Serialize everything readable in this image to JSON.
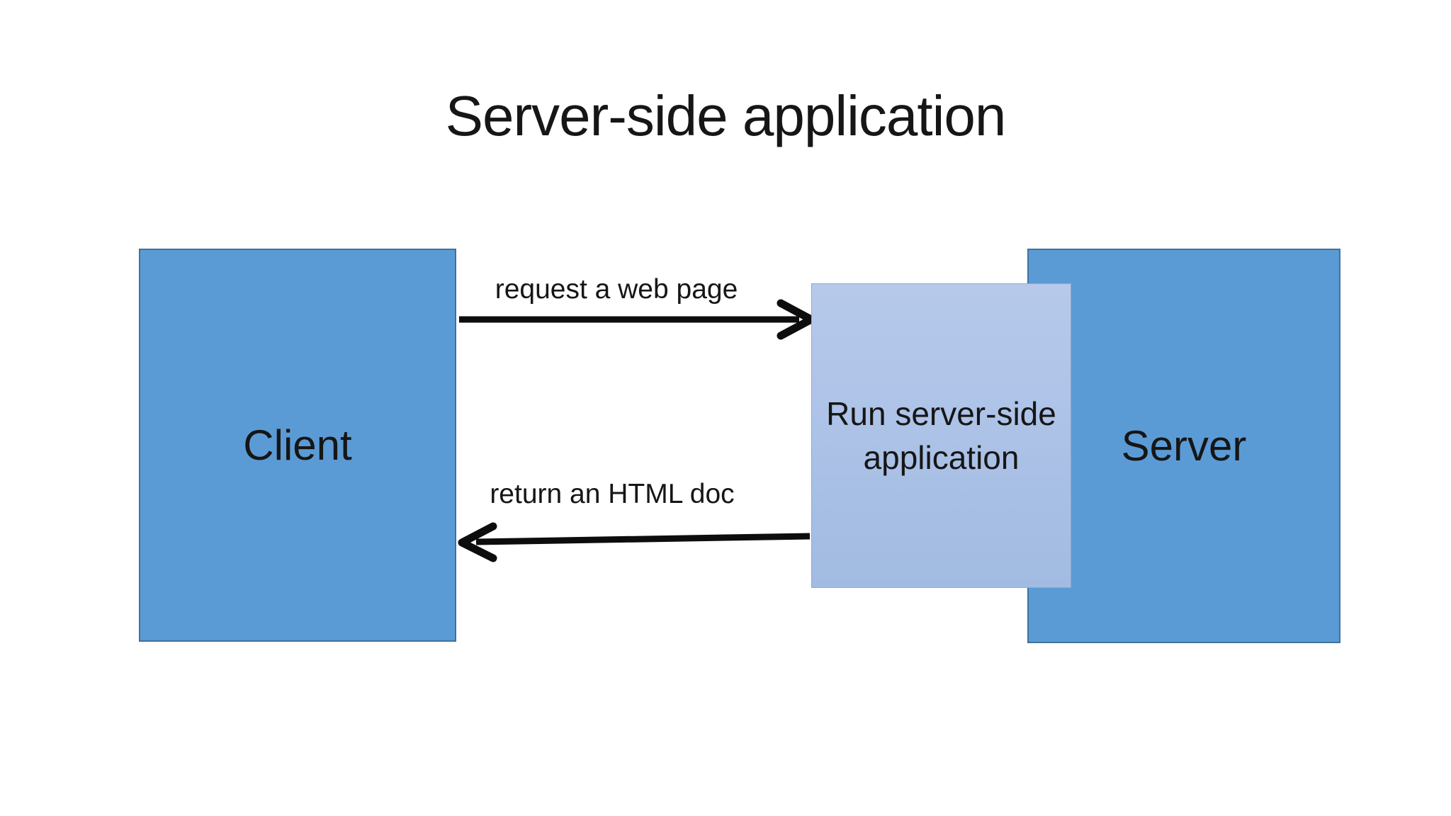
{
  "title": "Server-side application",
  "boxes": {
    "client": {
      "label": "Client"
    },
    "server": {
      "label": "Server"
    },
    "process": {
      "line1": "Run server-side",
      "line2": "application"
    }
  },
  "arrows": {
    "request": {
      "label": "request a web page",
      "direction": "client-to-server"
    },
    "return": {
      "label": "return an HTML doc",
      "direction": "server-to-client"
    }
  },
  "colors": {
    "box-fill": "#5b9bd5",
    "box-border": "#41719c",
    "process-fill-top": "#b6c9eb",
    "process-fill-bottom": "#a2bbe2",
    "process-border": "#8ea9d2",
    "arrow-color": "#0d0d0d",
    "text-color": "#161616",
    "background": "#ffffff"
  }
}
